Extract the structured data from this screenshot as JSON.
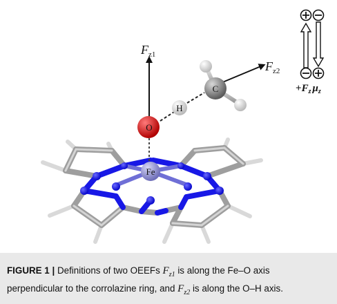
{
  "figure": {
    "labels": {
      "fz1_main": "F",
      "fz1_sub": "z1",
      "fz2_main": "F",
      "fz2_sub": "z2",
      "oxygen": "O",
      "hydrogen": "H",
      "carbon": "C",
      "iron": "Fe"
    },
    "legend": {
      "sign_plus": "+",
      "field_symbol": "F",
      "field_sub": "z",
      "dipole_symbol": "μ",
      "dipole_sub": "z"
    },
    "colors": {
      "nitrogen": "#1a1aee",
      "carbon_ring": "#a9a9a9",
      "hydrogen": "#e8e8e8",
      "iron": "#8d8dd6",
      "oxygen": "#dd0000"
    }
  },
  "caption": {
    "lead": "FIGURE 1 |",
    "text1": " Definitions of two OEEFs ",
    "f1_main": "F",
    "f1_sub": "z1",
    "text2": " is along the Fe–O axis",
    "text3": "perpendicular to the corrolazine ring, and ",
    "f2_main": "F",
    "f2_sub": "z2",
    "text4": " is along the O–H axis."
  }
}
